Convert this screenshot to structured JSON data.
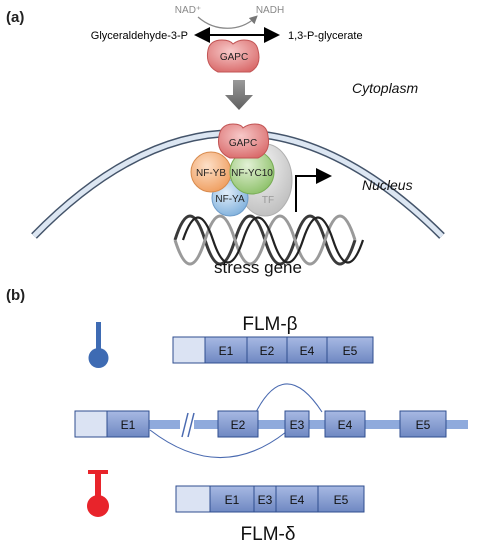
{
  "panel_a": {
    "label": "(a)",
    "reaction": {
      "substrate": "Glyceraldehyde-3-P",
      "product": "1,3-P-glycerate",
      "cofactor_in": "NAD⁺",
      "cofactor_out": "NADH",
      "enzyme": "GAPC"
    },
    "compartments": {
      "cytoplasm": "Cytoplasm",
      "nucleus": "Nucleus"
    },
    "complex": {
      "gapc": "GAPC",
      "nf_yb": "NF-YB",
      "nf_yc10": "NF-YC10",
      "nf_ya": "NF-YA",
      "tf": "TF"
    },
    "gene_label": "stress gene"
  },
  "panel_b": {
    "label": "(b)",
    "isoform_top": {
      "name": "FLM-β",
      "exons": [
        "E1",
        "E2",
        "E4",
        "E5"
      ]
    },
    "genomic_exons": [
      "E1",
      "E2",
      "E3",
      "E4",
      "E5"
    ],
    "isoform_bottom": {
      "name": "FLM-δ",
      "exons": [
        "E1",
        "E3",
        "E4",
        "E5"
      ]
    },
    "colors": {
      "exon_fill": "#7f97cf",
      "exon_stroke": "#2f4e8f",
      "utr_fill": "#dbe3f3",
      "cold_thermometer": "#3e6bb3",
      "warm_thermometer": "#e8242b",
      "gapc": "#e88b8b",
      "nf_yb": "#f4b183",
      "nf_yc10": "#a9d18e",
      "nf_ya": "#9dc3e6",
      "tf": "#d9d9d9"
    }
  }
}
